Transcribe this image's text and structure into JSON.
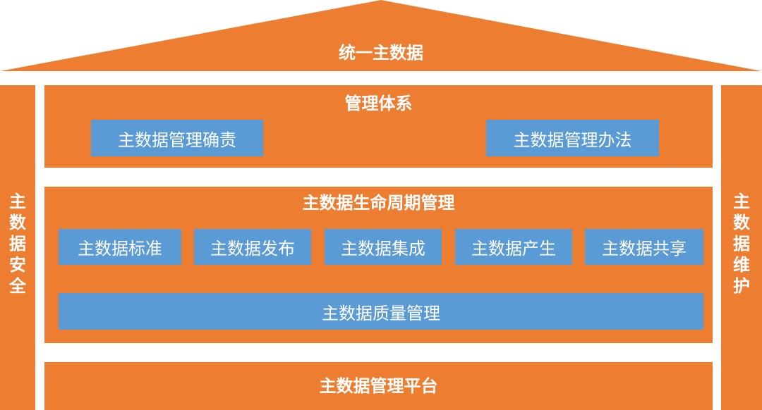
{
  "roof": {
    "title": "统一主数据"
  },
  "left_pillar": {
    "chars": [
      "主",
      "数",
      "据",
      "安",
      "全"
    ]
  },
  "right_pillar": {
    "chars": [
      "主",
      "数",
      "据",
      "维",
      "护"
    ]
  },
  "governance": {
    "title": "管理体系",
    "items": [
      "主数据管理确责",
      "主数据管理办法"
    ]
  },
  "lifecycle": {
    "title": "主数据生命周期管理",
    "items": [
      "主数据标准",
      "主数据发布",
      "主数据集成",
      "主数据产生",
      "主数据共享"
    ],
    "quality": "主数据质量管理"
  },
  "platform": {
    "title": "主数据管理平台"
  },
  "colors": {
    "orange": "#ED7D31",
    "blue": "#5B9BD5",
    "text": "#ffffff"
  }
}
